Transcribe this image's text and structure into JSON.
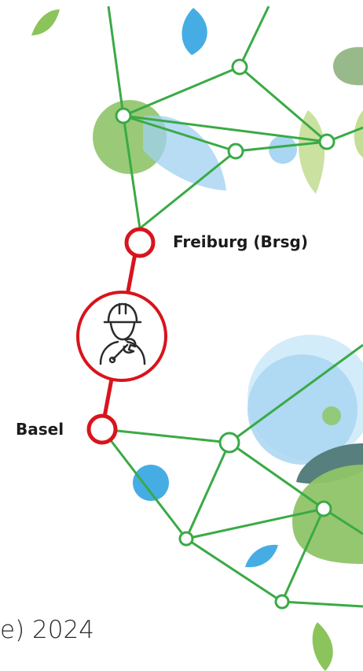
{
  "stations": {
    "freiburg": "Freiburg (Brsg)",
    "basel": "Basel"
  },
  "footer": {
    "text": "e) 2024"
  },
  "icons": {
    "construction": "construction-worker-wrench-icon"
  },
  "colors": {
    "network_line": "#3aaa46",
    "route_line": "#d8141c",
    "node_fill": "#ffffff",
    "green_light": "#9ccb6f",
    "green_pale": "#c5de96",
    "green_gray": "#98ba8a",
    "blue": "#45ade3",
    "blue_light": "#a9d6f2",
    "blue_pale": "#d3ecfa",
    "teal_dark": "#577f7d"
  }
}
